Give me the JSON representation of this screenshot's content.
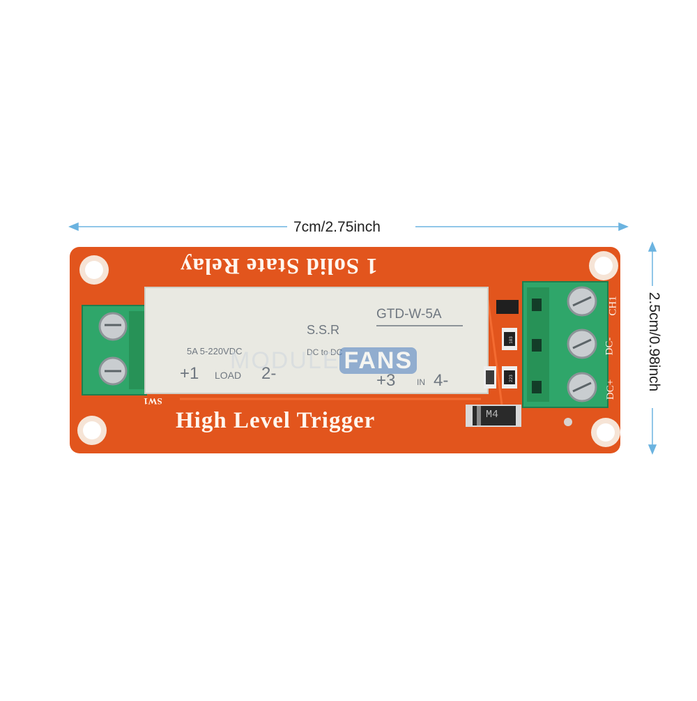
{
  "dimensions": {
    "width_label": "7cm/2.75inch",
    "height_label": "2.5cm/0.98inch",
    "arrow_color": "#6bb3e0"
  },
  "board": {
    "pcb_color": "#e2551d",
    "title": "1 Solid State Relay",
    "trigger_label": "High Level Trigger",
    "switch_label": "SW1",
    "pins": [
      "CH1",
      "DC-",
      "DC+"
    ]
  },
  "relay": {
    "model": "GTD-W-5A",
    "type": "S.S.R",
    "rating": "5A 5-220VDC",
    "dc_type": "DC to DC",
    "plus1": "+1",
    "load": "LOAD",
    "two": "2-",
    "plus3": "+3",
    "in": "IN",
    "four": "4-"
  },
  "components": {
    "diode_code": "M4",
    "smd_1": "103",
    "smd_2": "223"
  },
  "watermark": {
    "text_a": "MODULE",
    "text_b": "FANS"
  },
  "terminal_color": "#2fa66a"
}
